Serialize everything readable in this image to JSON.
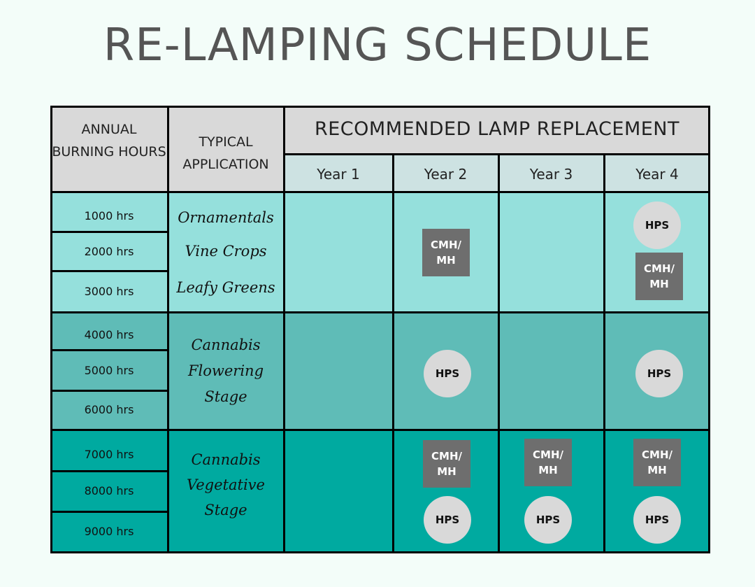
{
  "title": "RE-LAMPING SCHEDULE",
  "header": {
    "col_hours": "ANNUAL BURNING HOURS",
    "col_app": "TYPICAL APPLICATION",
    "col_replace": "RECOMMENDED LAMP REPLACEMENT",
    "years": [
      "Year 1",
      "Year 2",
      "Year 3",
      "Year 4"
    ]
  },
  "hours": [
    "1000 hrs",
    "2000 hrs",
    "3000 hrs",
    "4000 hrs",
    "5000 hrs",
    "6000 hrs",
    "7000 hrs",
    "8000 hrs",
    "9000 hrs"
  ],
  "applications": [
    [
      "Ornamentals",
      "Vine Crops",
      "Leafy Greens"
    ],
    [
      "Cannabis",
      "Flowering",
      "Stage"
    ],
    [
      "Cannabis",
      "Vegetative",
      "Stage"
    ]
  ],
  "badges": {
    "hps": "HPS",
    "cmh": "CMH/ MH"
  },
  "colors": {
    "band1": "#95e0dc",
    "band2": "#5fbcb7",
    "band3": "#00aaa0",
    "header_gray": "#d9d9d9",
    "badge_square": "#6e6e6e"
  }
}
